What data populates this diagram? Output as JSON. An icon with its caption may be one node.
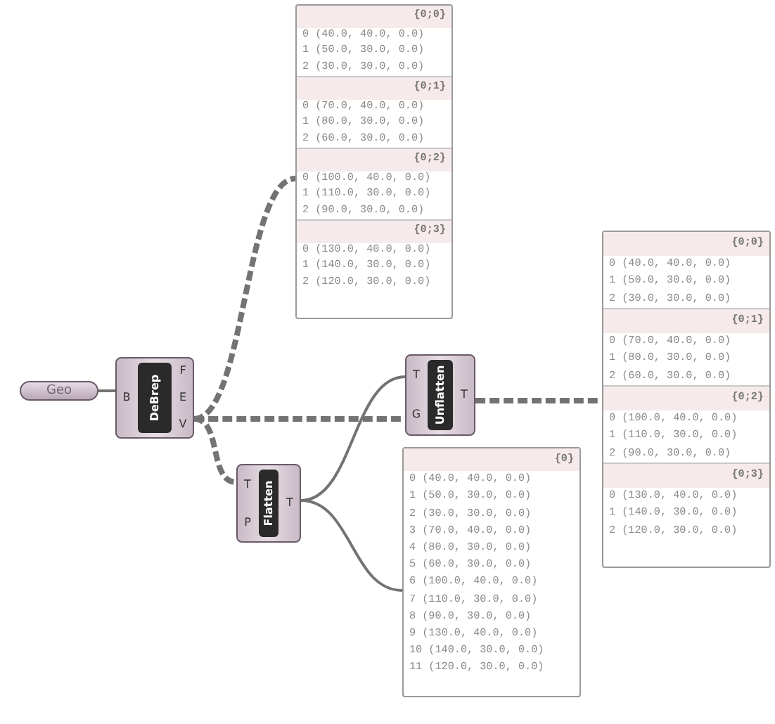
{
  "diagram": {
    "nodes": [
      {
        "text": [
          "Geo"
        ]
      },
      {
        "text": [
          "B",
          "DeBrep",
          "F",
          "E",
          "V"
        ]
      },
      {
        "text": [
          "{0;0}",
          "0 (40.0, 40.0, 0.0)",
          "1 (50.0, 30.0, 0.0)",
          "2 (30.0, 30.0, 0.0)",
          "{0;1}",
          "0 (70.0, 40.0, 0.0)",
          "1 (80.0, 30.0, 0.0)",
          "2 (60.0, 30.0, 0.0)",
          "{0;2}",
          "0 (100.0, 40.0, 0.0)",
          "1 (110.0, 30.0, 0.0)",
          "2 (90.0, 30.0, 0.0)",
          "{0;3}",
          "0 (130.0, 40.0, 0.0)",
          "1 (140.0, 30.0, 0.0)",
          "2 (120.0, 30.0, 0.0)"
        ]
      },
      {
        "text": [
          "T",
          "P",
          "Flatten",
          "T"
        ]
      },
      {
        "text": [
          "T",
          "G",
          "Unflatten",
          "T"
        ]
      },
      {
        "text": [
          "{0;0}",
          "0 (40.0, 40.0, 0.0)",
          "1 (50.0, 30.0, 0.0)",
          "2 (30.0, 30.0, 0.0)",
          "{0;1}",
          "0 (70.0, 40.0, 0.0)",
          "1 (80.0, 30.0, 0.0)",
          "2 (60.0, 30.0, 0.0)",
          "{0;2}",
          "0 (100.0, 40.0, 0.0)",
          "1 (110.0, 30.0, 0.0)",
          "2 (90.0, 30.0, 0.0)",
          "{0;3}",
          "0 (130.0, 40.0, 0.0)",
          "1 (140.0, 30.0, 0.0)",
          "2 (120.0, 30.0, 0.0)"
        ]
      },
      {
        "text": [
          "{0}",
          "0 (40.0, 40.0, 0.0)",
          "1 (50.0, 30.0, 0.0)",
          "2 (30.0, 30.0, 0.0)",
          "3 (70.0, 40.0, 0.0)",
          "4 (80.0, 30.0, 0.0)",
          "5 (60.0, 30.0, 0.0)",
          "6 (100.0, 40.0, 0.0)",
          "7 (110.0, 30.0, 0.0)",
          "8 (90.0, 30.0, 0.0)",
          "9 (130.0, 40.0, 0.0)",
          "10 (140.0, 30.0, 0.0)",
          "11 (120.0, 30.0, 0.0)"
        ]
      }
    ],
    "edges": [
      {
        "from": 0,
        "to": 1,
        "arrow": "none"
      },
      {
        "from": 1,
        "to": 2,
        "arrow": "none",
        "style": "dashed"
      },
      {
        "from": 1,
        "to": 4,
        "arrow": "none",
        "style": "dashed"
      },
      {
        "from": 1,
        "to": 3,
        "arrow": "none",
        "style": "dashed"
      },
      {
        "from": 3,
        "to": 4,
        "arrow": "none"
      },
      {
        "from": 3,
        "to": 6,
        "arrow": "none"
      },
      {
        "from": 4,
        "to": 5,
        "arrow": "none",
        "style": "dashed"
      }
    ]
  }
}
